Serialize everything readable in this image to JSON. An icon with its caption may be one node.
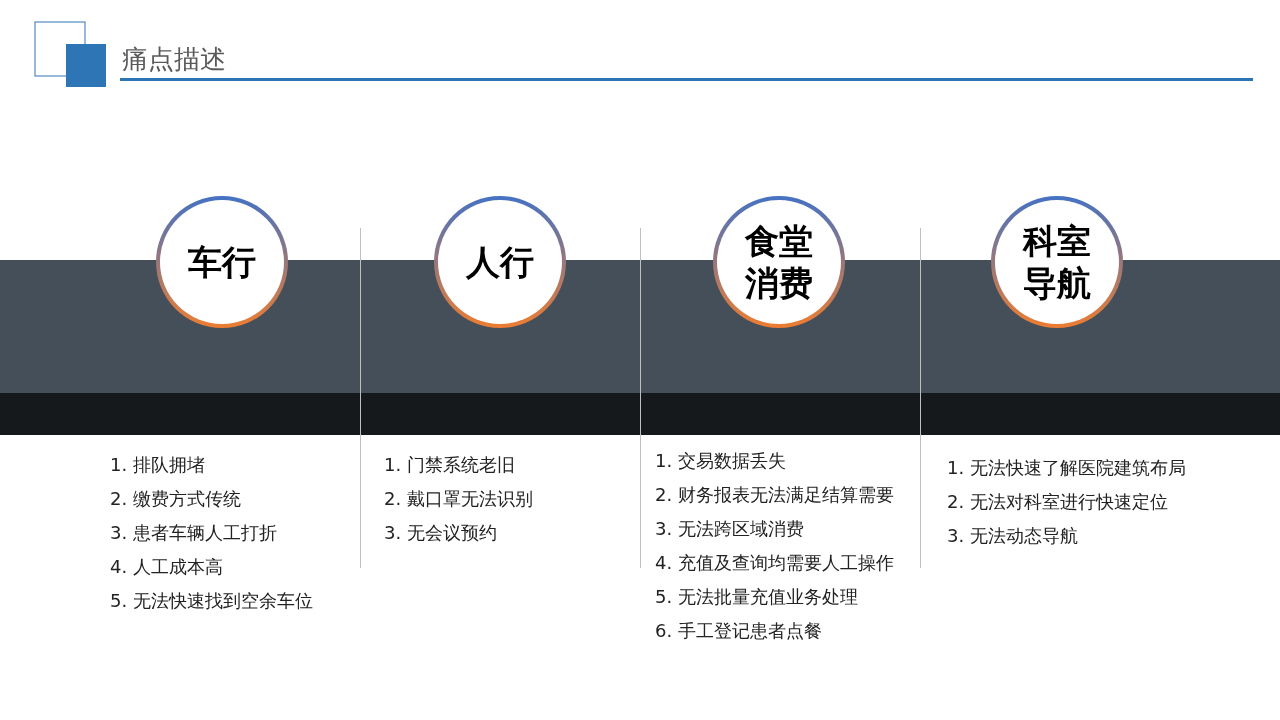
{
  "diagram": {
    "title": "痛点描述",
    "nodes": [
      {
        "text": [
          "车行"
        ]
      },
      {
        "text": [
          "人行"
        ]
      },
      {
        "text": [
          "食堂消费"
        ]
      },
      {
        "text": [
          "科室导航"
        ]
      }
    ],
    "labels": [
      "1. 排队拥堵",
      "2. 缴费方式传统",
      "3. 患者车辆人工打折",
      "4. 人工成本高",
      "5. 无法快速找到空余车位",
      "1. 门禁系统老旧",
      "2. 戴口罩无法识别",
      "3. 无会议预约",
      "1. 交易数据丢失",
      "2. 财务报表无法满足结算需要",
      "3. 无法跨区域消费",
      "4. 充值及查询均需要人工操作",
      "5. 无法批量充值业务处理",
      "6. 手工登记患者点餐",
      "1. 无法快速了解医院建筑布局",
      "2. 无法对科室进行快速定位",
      "3. 无法动态导航"
    ]
  }
}
